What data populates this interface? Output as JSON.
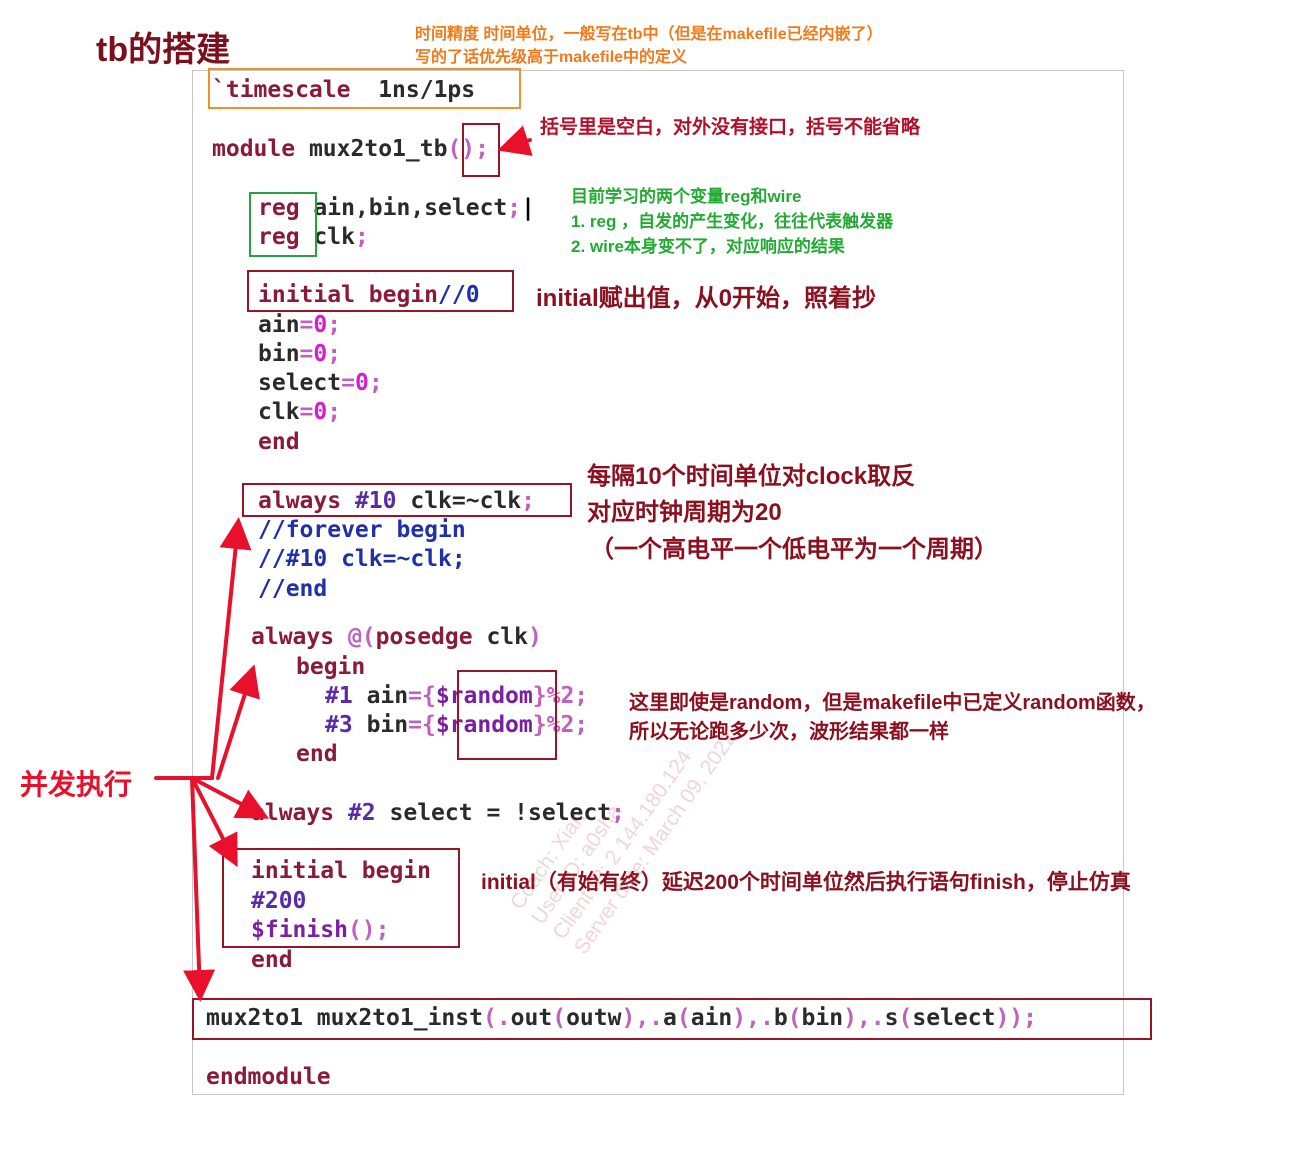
{
  "title": "tb的搭建",
  "code": {
    "timescale": {
      "kw": "`timescale",
      "val": "1ns/1ps"
    },
    "module_decl": {
      "kw": "module",
      "name": "mux2to1_tb",
      "open": "(",
      "close": ")",
      "semi": ";"
    },
    "reg1": {
      "kw": "reg",
      "vars": "ain,bin,select",
      "semi": ";",
      "cursor": "|"
    },
    "reg2": {
      "kw": "reg",
      "vars": "clk",
      "semi": ";"
    },
    "init_begin": {
      "kw": "initial begin",
      "cmt": "//0"
    },
    "assign_ain": {
      "lhs": "ain",
      "eq": "=",
      "val": "0",
      "semi": ";"
    },
    "assign_bin": {
      "lhs": "bin",
      "eq": "=",
      "val": "0",
      "semi": ";"
    },
    "assign_select": {
      "lhs": "select",
      "eq": "=",
      "val": "0",
      "semi": ";"
    },
    "assign_clk": {
      "lhs": "clk",
      "eq": "=",
      "val": "0",
      "semi": ";"
    },
    "init_end": "end",
    "always_clk": {
      "kw": "always",
      "delay": "#10",
      "stmt": "clk=~clk",
      "semi": ";"
    },
    "comment1": "//forever begin",
    "comment2": "//#10 clk=~clk;",
    "comment3": "//end",
    "always_posedge": {
      "kw": "always",
      "at": "@(",
      "edge": "posedge",
      "sig": "clk",
      "close": ")"
    },
    "begin2": "begin",
    "rand_a": {
      "delay": "#1",
      "lhs": "ain",
      "eq": "={",
      "fn": "$random",
      "tail": "}%2;"
    },
    "rand_b": {
      "delay": "#3",
      "lhs": "bin",
      "eq": "={",
      "fn": "$random",
      "tail": "}%2;"
    },
    "end2": "end",
    "always_select": {
      "kw": "always",
      "delay": "#2",
      "stmt": "select = !select",
      "semi": ";"
    },
    "init2_begin": "initial begin",
    "init2_delay": "#200",
    "finish": {
      "fn": "$finish",
      "tail": "();"
    },
    "init2_end": "end",
    "inst": {
      "mod": "mux2to1",
      "name": "mux2to1_inst",
      "dot1": "(.",
      "p1": "out",
      "o1": "(",
      "s1": "outw",
      "c1": "),.",
      "p2": "a",
      "o2": "(",
      "s2": "ain",
      "c2": "),.",
      "p3": "b",
      "o3": "(",
      "s3": "bin",
      "c3": "),.",
      "p4": "s",
      "o4": "(",
      "s4": "select",
      "c4": "));"
    },
    "endmodule": "endmodule"
  },
  "notes": {
    "timescale_line1": "时间精度 时间单位，一般写在tb中（但是在makefile已经内嵌了）",
    "timescale_line2": "写的了话优先级高于makefile中的定义",
    "parens": "括号里是空白，对外没有接口，括号不能省略",
    "vars_line1": "目前学习的两个变量reg和wire",
    "vars_line2": "1. reg ，自发的产生变化，往往代表触发器",
    "vars_line3": "2. wire本身变不了，对应响应的结果",
    "initial": "initial赋出值，从0开始，照着抄",
    "clock_line1": "每隔10个时间单位对clock取反",
    "clock_line2": "对应时钟周期为20",
    "clock_line3": "（一个高电平一个低电平为一个周期）",
    "random_line1": "这里即使是random，但是makefile中已定义random函数，",
    "random_line2": "所以无论跑多少次，波形结果都一样",
    "finish": "initial（有始有终）延迟200个时间单位然后执行语句finish，停止仿真",
    "concurrent": "并发执行"
  },
  "watermark": [
    "Coach: Xian",
    "User ID: a0sha",
    "Client IP: 2 144.180.124",
    "Server date: March 09, 2022"
  ],
  "colors": {
    "title": "#7a0f1e",
    "orange_note": "#f07a1a",
    "red_note": "#b0102a",
    "green_note": "#22aa33",
    "dark_red_note": "#8a0f1f",
    "arrow": "#e8102a",
    "box_orange": "#f0902a",
    "box_red": "#9a1428",
    "box_green": "#2aa040"
  }
}
